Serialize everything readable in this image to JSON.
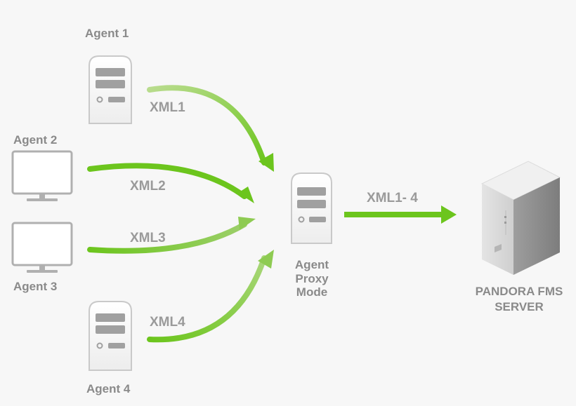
{
  "agents": {
    "agent1": "Agent 1",
    "agent2": "Agent 2",
    "agent3": "Agent 3",
    "agent4": "Agent 4"
  },
  "flows": {
    "xml1": "XML1",
    "xml2": "XML2",
    "xml3": "XML3",
    "xml4": "XML4",
    "combined": "XML1- 4"
  },
  "proxy": {
    "line1": "Agent",
    "line2": "Proxy",
    "line3": "Mode"
  },
  "server": {
    "line1": "PANDORA FMS",
    "line2": "SERVER"
  },
  "colors": {
    "arrow_green": "#6cc51d",
    "label_gray": "#8a8a8a"
  }
}
